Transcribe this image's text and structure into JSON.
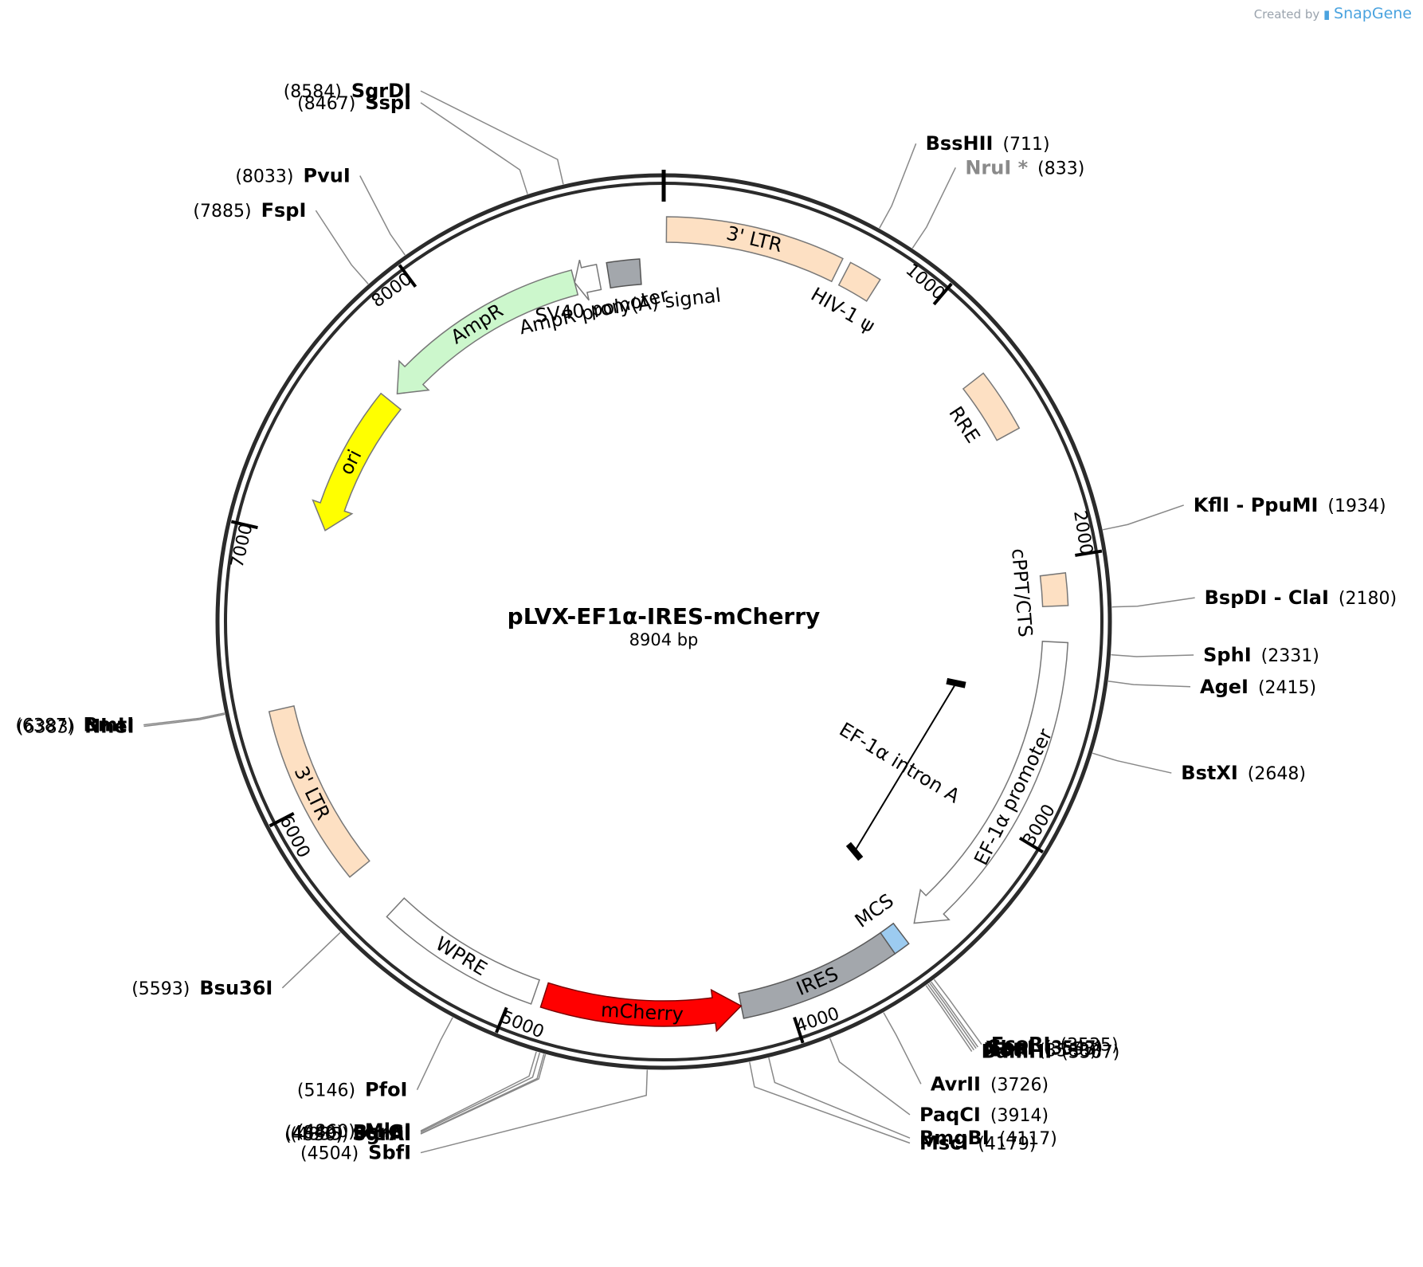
{
  "credit": {
    "prefix": "Created by",
    "brand": "SnapGene"
  },
  "plasmid": {
    "name": "pLVX-EF1α-IRES-mCherry",
    "size_label": "8904 bp",
    "length": 8904
  },
  "ticks": [
    {
      "bp": 1000,
      "label": "1000"
    },
    {
      "bp": 2000,
      "label": "2000"
    },
    {
      "bp": 3000,
      "label": "3000"
    },
    {
      "bp": 4000,
      "label": "4000"
    },
    {
      "bp": 5000,
      "label": "5000"
    },
    {
      "bp": 6000,
      "label": "6000"
    },
    {
      "bp": 7000,
      "label": "7000"
    },
    {
      "bp": 8000,
      "label": "8000"
    }
  ],
  "features": [
    {
      "name": "3' LTR",
      "type": "box",
      "start": 10,
      "end": 650,
      "track": 1,
      "color": "#fde0c3",
      "stroke": "#777777"
    },
    {
      "name": "HIV-1 ψ",
      "type": "box",
      "start": 680,
      "end": 800,
      "track": 1,
      "color": "#fde0c3",
      "stroke": "#777777"
    },
    {
      "name": "RRE",
      "type": "box",
      "start": 1290,
      "end": 1520,
      "track": 1,
      "color": "#fde0c3",
      "stroke": "#777777"
    },
    {
      "name": "cPPT/CTS",
      "type": "box",
      "start": 2055,
      "end": 2170,
      "track": 1,
      "color": "#fde0c3",
      "stroke": "#777777"
    },
    {
      "name": "EF-1α promoter",
      "type": "arrow",
      "dir": 1,
      "start": 2300,
      "end": 3470,
      "track": 1,
      "color": "#ffffff",
      "stroke": "#777777"
    },
    {
      "name": "EF-1α intron A",
      "type": "intron",
      "start": 2520,
      "end": 3470,
      "track": 3,
      "color": "#000000",
      "stroke": "#000000"
    },
    {
      "name": "MCS",
      "type": "box",
      "start": 3530,
      "end": 3590,
      "track": 1,
      "color": "#9ccbf0",
      "stroke": "#5a5a5a"
    },
    {
      "name": "IRES",
      "type": "box",
      "start": 3590,
      "end": 4170,
      "track": 1,
      "color": "#a3a7ac",
      "stroke": "#5a5a5a"
    },
    {
      "name": "mCherry",
      "type": "arrow",
      "dir": -1,
      "start": 4170,
      "end": 4890,
      "track": 1,
      "color": "#ff0000",
      "stroke": "#7a0000",
      "text_color": "#ffffff"
    },
    {
      "name": "WPRE",
      "type": "box",
      "start": 4925,
      "end": 5520,
      "track": 1,
      "color": "#ffffff",
      "stroke": "#777777"
    },
    {
      "name": "3' LTR",
      "type": "box",
      "start": 5710,
      "end": 6360,
      "track": 1,
      "color": "#fde0c3",
      "stroke": "#777777"
    },
    {
      "name": "ori",
      "type": "arrow",
      "dir": -1,
      "start": 7050,
      "end": 7640,
      "track": 2,
      "color": "#ffff00",
      "stroke": "#777777"
    },
    {
      "name": "AmpR",
      "type": "arrow",
      "dir": -1,
      "start": 7680,
      "end": 8540,
      "track": 2,
      "color": "#ccf7cc",
      "stroke": "#777777"
    },
    {
      "name": "AmpR promoter",
      "type": "arrow",
      "dir": -1,
      "start": 8540,
      "end": 8640,
      "track": 2,
      "color": "#ffffff",
      "stroke": "#777777"
    },
    {
      "name": "SV40 poly(A) signal",
      "type": "box",
      "start": 8680,
      "end": 8810,
      "track": 2,
      "color": "#a3a7ac",
      "stroke": "#555555"
    }
  ],
  "sites": [
    {
      "name": "SgrDI",
      "pos": 8584,
      "pos_label": "(8584)",
      "side": "left",
      "order": 0
    },
    {
      "name": "SspI",
      "pos": 8467,
      "pos_label": "(8467)",
      "side": "left",
      "order": 1
    },
    {
      "name": "PvuI",
      "pos": 8033,
      "pos_label": "(8033)",
      "side": "left",
      "order": 2
    },
    {
      "name": "FspI",
      "pos": 7885,
      "pos_label": "(7885)",
      "side": "left",
      "order": 3
    },
    {
      "name": "BmtI",
      "pos": 6387,
      "pos_label": "(6387)",
      "side": "left",
      "order": 4
    },
    {
      "name": "NheI",
      "pos": 6383,
      "pos_label": "(6383)",
      "side": "left",
      "order": 5
    },
    {
      "name": "Bsu36I",
      "pos": 5593,
      "pos_label": "(5593)",
      "side": "left",
      "order": 6
    },
    {
      "name": "PfoI",
      "pos": 5146,
      "pos_label": "(5146)",
      "side": "left",
      "order": 7
    },
    {
      "name": "MluI",
      "pos": 4860,
      "pos_label": "(4860)",
      "side": "left",
      "order": 8
    },
    {
      "name": "BsrGI",
      "pos": 4849,
      "pos_label": "(4849)",
      "side": "left",
      "order": 9
    },
    {
      "name": "XcmI",
      "pos": 4835,
      "pos_label": "(4835)",
      "side": "left",
      "order": 10
    },
    {
      "name": "SgrAI",
      "pos": 4830,
      "pos_label": "(4830)",
      "side": "left",
      "order": 11
    },
    {
      "name": "SbfI",
      "pos": 4504,
      "pos_label": "(4504)",
      "side": "left",
      "order": 12
    },
    {
      "name": "BssHII",
      "pos": 711,
      "pos_label": "(711)",
      "side": "right",
      "order": 0
    },
    {
      "name": "NruI *",
      "pos": 833,
      "pos_label": "(833)",
      "side": "right",
      "order": 1,
      "gray": true
    },
    {
      "name": "KflI  - PpuMI",
      "pos": 1934,
      "pos_label": "(1934)",
      "side": "right",
      "order": 2
    },
    {
      "name": "BspDI  - ClaI",
      "pos": 2180,
      "pos_label": "(2180)",
      "side": "right",
      "order": 3
    },
    {
      "name": "SphI",
      "pos": 2331,
      "pos_label": "(2331)",
      "side": "right",
      "order": 4
    },
    {
      "name": "AgeI",
      "pos": 2415,
      "pos_label": "(2415)",
      "side": "right",
      "order": 5
    },
    {
      "name": "BstXI",
      "pos": 2648,
      "pos_label": "(2648)",
      "side": "right",
      "order": 6
    },
    {
      "name": "EcoRI",
      "pos": 3535,
      "pos_label": "(3535)",
      "side": "right",
      "order": 7
    },
    {
      "name": "SpeI",
      "pos": 3547,
      "pos_label": "(3547)",
      "side": "right",
      "order": 8
    },
    {
      "name": "XbaI",
      "pos": 3553,
      "pos_label": "(3553)",
      "side": "right",
      "order": 9
    },
    {
      "name": "NotI",
      "pos": 3560,
      "pos_label": "(3560)",
      "side": "right",
      "order": 10
    },
    {
      "name": "BamHI",
      "pos": 3567,
      "pos_label": "(3567)",
      "side": "right",
      "order": 11
    },
    {
      "name": "AvrII",
      "pos": 3726,
      "pos_label": "(3726)",
      "side": "right",
      "order": 12
    },
    {
      "name": "PaqCI",
      "pos": 3914,
      "pos_label": "(3914)",
      "side": "right",
      "order": 13
    },
    {
      "name": "BmgBI",
      "pos": 4117,
      "pos_label": "(4117)",
      "side": "right",
      "order": 14
    },
    {
      "name": "MscI",
      "pos": 4179,
      "pos_label": "(4179)",
      "side": "right",
      "order": 15
    }
  ]
}
